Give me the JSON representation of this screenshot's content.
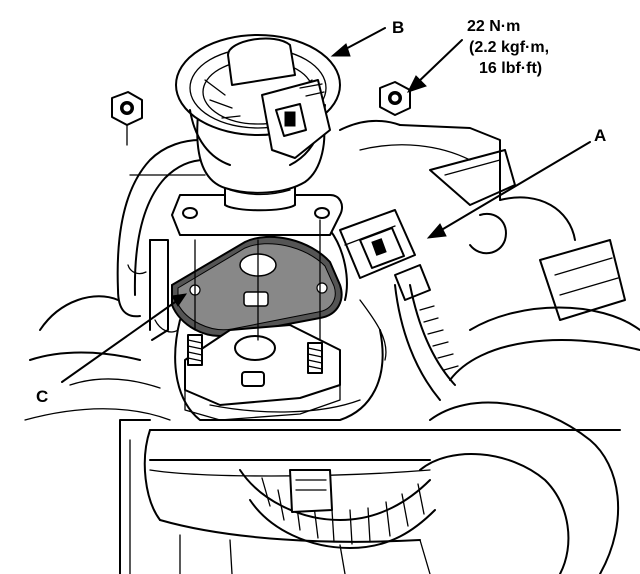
{
  "labels": {
    "a": "A",
    "b": "B",
    "c": "C"
  },
  "torque": {
    "line1": "22 N·m",
    "line2": "(2.2 kgf·m,",
    "line3": "16 lbf·ft)"
  }
}
